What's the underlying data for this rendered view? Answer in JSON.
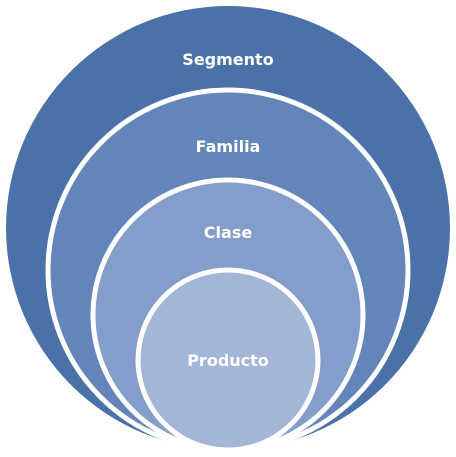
{
  "diagram": {
    "layers": [
      {
        "label": "Segmento",
        "color": "#4a72a8"
      },
      {
        "label": "Familia",
        "color": "#6385ba"
      },
      {
        "label": "Clase",
        "color": "#849dca"
      },
      {
        "label": "Producto",
        "color": "#a4b6d8"
      }
    ],
    "outline_color": "#ffffff"
  }
}
